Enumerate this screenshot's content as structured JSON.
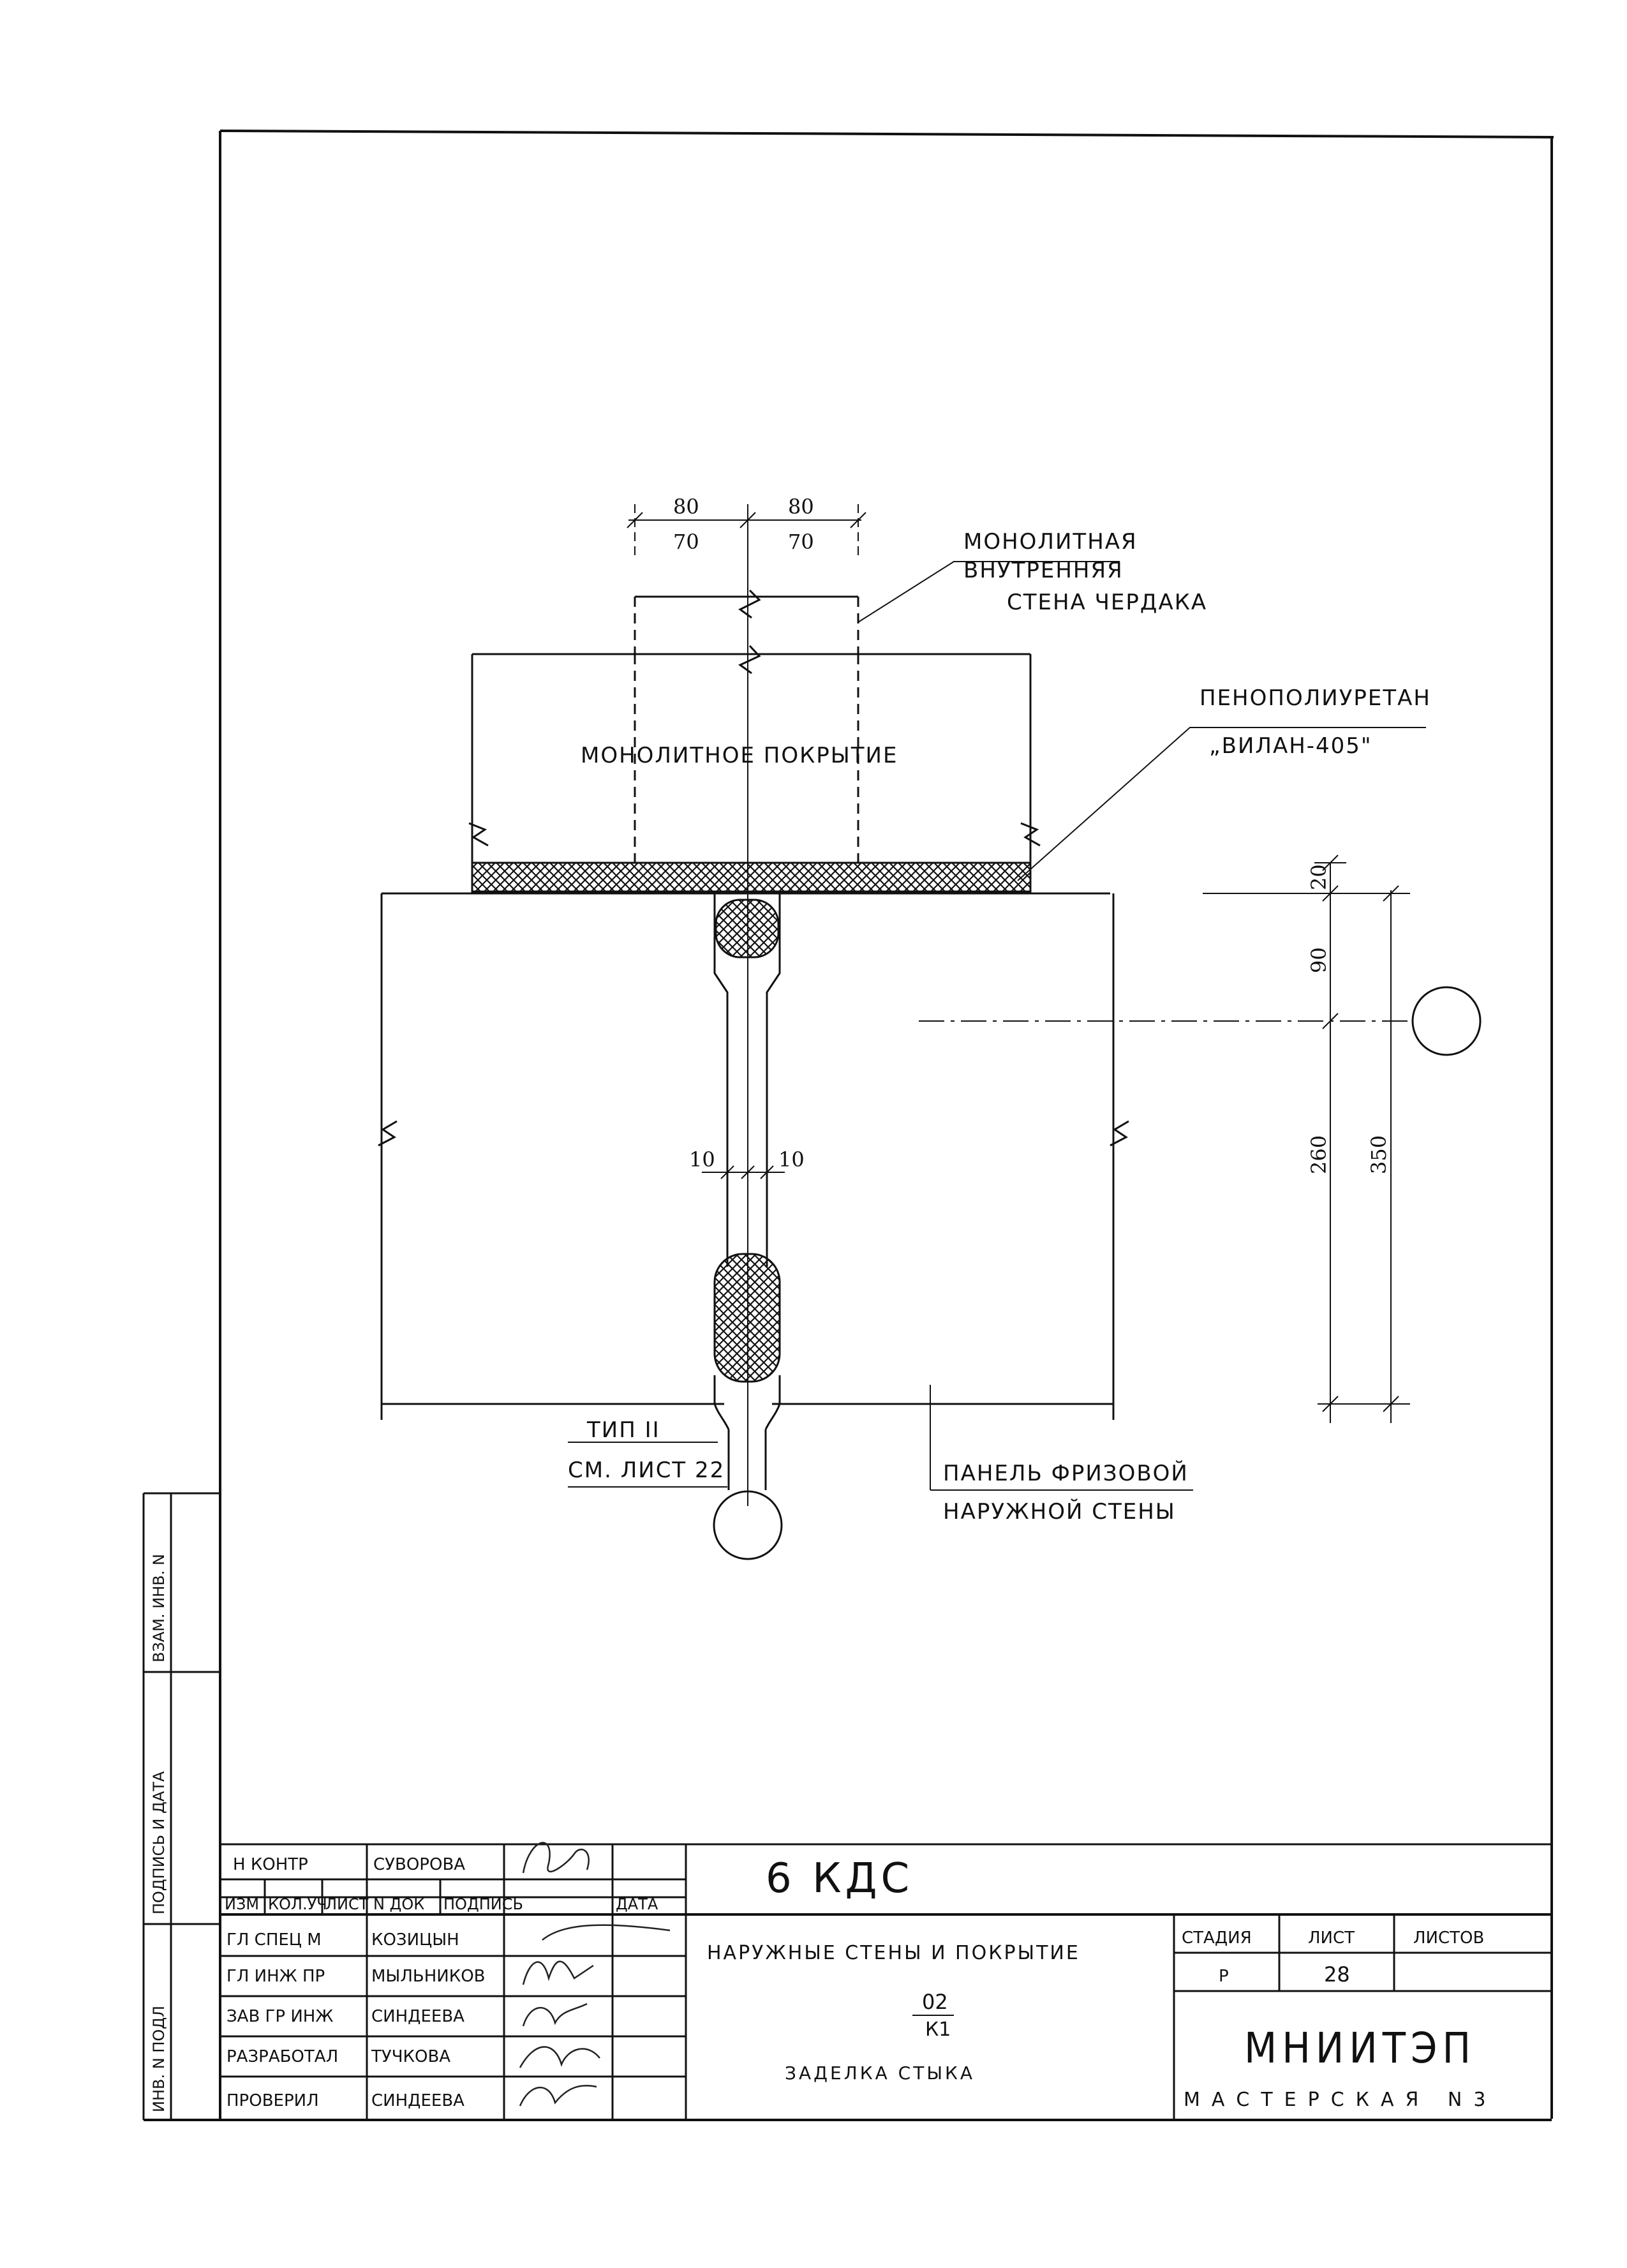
{
  "drawing": {
    "labels": {
      "inner_wall_1": "МОНОЛИТНАЯ",
      "inner_wall_2": "ВНУТРЕННЯЯ",
      "inner_wall_3": "СТЕНА ЧЕРДАКА",
      "slab": "МОНОЛИТНОЕ ПОКРЫТИЕ",
      "foam_1": "ПЕНОПОЛИУРЕТАН",
      "foam_2": "„ВИЛАН-405\"",
      "panel_1": "ПАНЕЛЬ ФРИЗОВОЙ",
      "panel_2": "НАРУЖНОЙ СТЕНЫ",
      "type_1": "ТИП II",
      "type_2": "СМ. ЛИСТ 22"
    },
    "dims": {
      "top_left_outer": "80",
      "top_right_outer": "80",
      "top_left_inner": "70",
      "top_right_inner": "70",
      "gap_left": "10",
      "gap_right": "10",
      "r_20": "20",
      "r_90": "90",
      "r_260": "260",
      "r_350": "350"
    }
  },
  "side_stamp": {
    "vzam": "ВЗАМ. ИНВ. N",
    "podpis": "ПОДПИСЬ И ДАТА",
    "inv": "ИНВ. N ПОДЛ"
  },
  "title_block": {
    "code": "6 КДС",
    "headers": {
      "izm": "ИЗМ",
      "kol": "КОЛ.УЧ",
      "list": "ЛИСТ",
      "ndok": "N ДОК",
      "podpis": "ПОДПИСЬ",
      "data": "ДАТА"
    },
    "people": [
      {
        "role": "Н КОНТР",
        "name": "СУВОРОВА"
      },
      {
        "role": "ГЛ СПЕЦ М",
        "name": "КОЗИЦЫН"
      },
      {
        "role": "ГЛ ИНЖ ПР",
        "name": "МЫЛЬНИКОВ"
      },
      {
        "role": "ЗАВ ГР ИНЖ",
        "name": "СИНДЕЕВА"
      },
      {
        "role": "РАЗРАБОТАЛ",
        "name": "ТУЧКОВА"
      },
      {
        "role": "ПРОВЕРИЛ",
        "name": "СИНДЕЕВА"
      }
    ],
    "description": {
      "line1": "НАРУЖНЫЕ СТЕНЫ И ПОКРЫТИЕ",
      "num": "02",
      "sub": "К1",
      "line3": "ЗАДЕЛКА СТЫКА"
    },
    "stage": {
      "stage_label": "СТАДИЯ",
      "sheet_label": "ЛИСТ",
      "sheets_label": "ЛИСТОВ",
      "stage_value": "Р",
      "sheet_value": "28",
      "sheets_value": ""
    },
    "org": {
      "name": "МНИИТЭП",
      "workshop": "МАСТЕРСКАЯ N3"
    }
  }
}
